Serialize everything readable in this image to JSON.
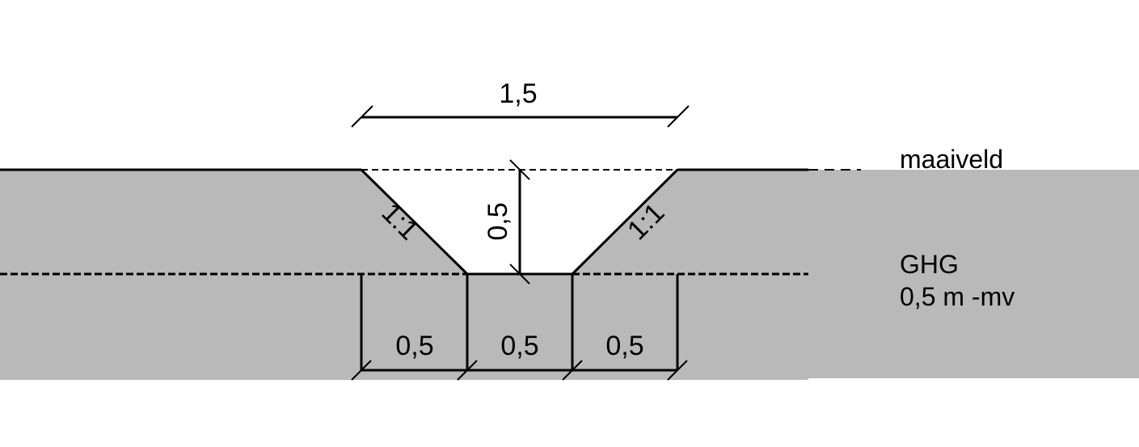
{
  "diagram": {
    "labels": {
      "top_width": "1,5",
      "depth": "0,5",
      "slope_left": "1:1",
      "slope_right": "1:1",
      "bottom_left": "0,5",
      "bottom_middle": "0,5",
      "bottom_right": "0,5",
      "ground_level": "maaiveld",
      "ghg_title": "GHG",
      "ghg_depth": "0,5 m -mv"
    },
    "colors": {
      "soil": "#b9b9b9",
      "line": "#000000",
      "trench": "#ffffff"
    }
  }
}
